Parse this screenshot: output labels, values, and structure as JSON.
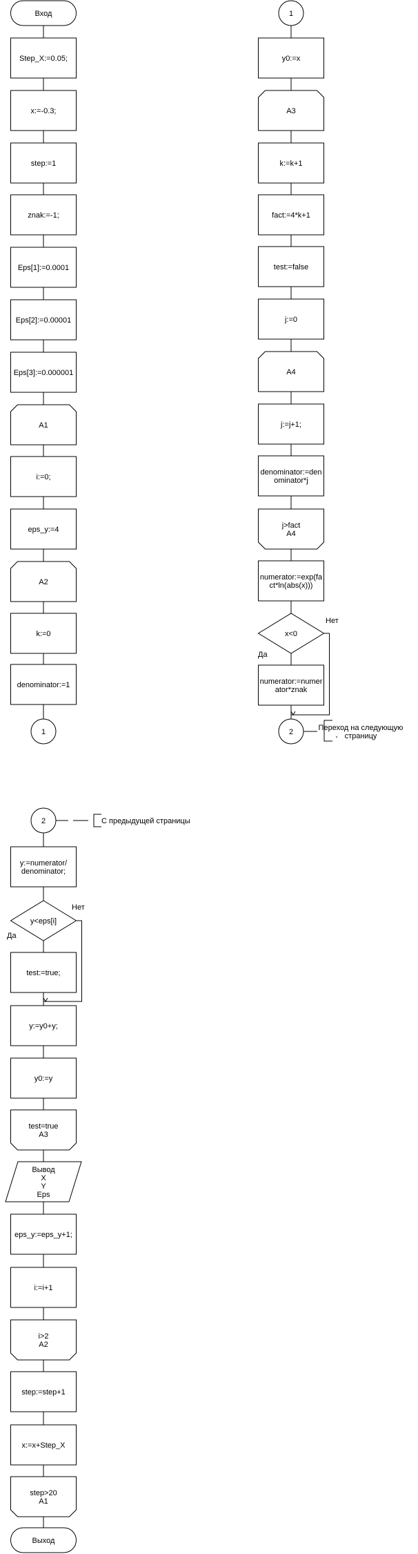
{
  "flowchart": {
    "nodes": [
      {
        "id": "start",
        "shape": "terminator",
        "lines": [
          "Вход"
        ]
      },
      {
        "id": "n_stepx",
        "shape": "process",
        "lines": [
          "Step_X:=0.05;"
        ]
      },
      {
        "id": "n_x",
        "shape": "process",
        "lines": [
          "x:=-0.3;"
        ]
      },
      {
        "id": "n_step",
        "shape": "process",
        "lines": [
          "step:=1"
        ]
      },
      {
        "id": "n_znak",
        "shape": "process",
        "lines": [
          "znak:=-1;"
        ]
      },
      {
        "id": "n_eps1",
        "shape": "process",
        "lines": [
          "Eps[1]:=0.0001"
        ]
      },
      {
        "id": "n_eps2",
        "shape": "process",
        "lines": [
          "Eps[2]:=0.00001"
        ]
      },
      {
        "id": "n_eps3",
        "shape": "process",
        "lines": [
          "Eps[3]:=0.000001"
        ]
      },
      {
        "id": "loopA1",
        "shape": "loop-start",
        "lines": [
          "A1"
        ]
      },
      {
        "id": "n_i",
        "shape": "process",
        "lines": [
          "i:=0;"
        ]
      },
      {
        "id": "n_epsy",
        "shape": "process",
        "lines": [
          "eps_y:=4"
        ]
      },
      {
        "id": "loopA2",
        "shape": "loop-start",
        "lines": [
          "A2"
        ]
      },
      {
        "id": "n_k",
        "shape": "process",
        "lines": [
          "k:=0"
        ]
      },
      {
        "id": "n_den",
        "shape": "process",
        "lines": [
          "denominator:=1"
        ]
      },
      {
        "id": "conn1_out",
        "shape": "connector",
        "lines": [
          "1"
        ]
      },
      {
        "id": "conn1_in",
        "shape": "connector",
        "lines": [
          "1"
        ]
      },
      {
        "id": "n_y0x",
        "shape": "process",
        "lines": [
          "y0:=x"
        ]
      },
      {
        "id": "loopA3",
        "shape": "loop-start",
        "lines": [
          "A3"
        ]
      },
      {
        "id": "n_kk",
        "shape": "process",
        "lines": [
          "k:=k+1"
        ]
      },
      {
        "id": "n_fact",
        "shape": "process",
        "lines": [
          "fact:=4*k+1"
        ]
      },
      {
        "id": "n_test",
        "shape": "process",
        "lines": [
          "test:=false"
        ]
      },
      {
        "id": "n_j",
        "shape": "process",
        "lines": [
          "j:=0"
        ]
      },
      {
        "id": "loopA4",
        "shape": "loop-start",
        "lines": [
          "A4"
        ]
      },
      {
        "id": "n_jj",
        "shape": "process",
        "lines": [
          "j:=j+1;"
        ]
      },
      {
        "id": "n_denj",
        "shape": "process",
        "lines": [
          "denominator:=den",
          "ominator*j"
        ]
      },
      {
        "id": "loopA4_end",
        "shape": "loop-end",
        "lines": [
          "j>fact",
          "A4"
        ]
      },
      {
        "id": "n_num",
        "shape": "process",
        "lines": [
          "numerator:=exp(fa",
          "ct*ln(abs(x)))"
        ]
      },
      {
        "id": "dec_x",
        "shape": "decision",
        "lines": [
          "x<0"
        ]
      },
      {
        "id": "n_numz",
        "shape": "process",
        "lines": [
          "numerator:=numer",
          "ator*znak"
        ]
      },
      {
        "id": "conn2_out",
        "shape": "connector",
        "lines": [
          "2"
        ]
      },
      {
        "id": "conn2_in",
        "shape": "connector",
        "lines": [
          "2"
        ]
      },
      {
        "id": "n_y",
        "shape": "process",
        "lines": [
          "y:=numerator/",
          "denominator;"
        ]
      },
      {
        "id": "dec_y",
        "shape": "decision",
        "lines": [
          "y<eps[i]"
        ]
      },
      {
        "id": "n_testt",
        "shape": "process",
        "lines": [
          "test:=true;"
        ]
      },
      {
        "id": "n_yy",
        "shape": "process",
        "lines": [
          "y:=y0+y;"
        ]
      },
      {
        "id": "n_y0y",
        "shape": "process",
        "lines": [
          "y0:=y"
        ]
      },
      {
        "id": "loopA3_end",
        "shape": "loop-end",
        "lines": [
          "test=true",
          "A3"
        ]
      },
      {
        "id": "out",
        "shape": "io",
        "lines": [
          "Вывод",
          "X",
          "Y",
          "Eps"
        ]
      },
      {
        "id": "n_epsyy",
        "shape": "process",
        "lines": [
          "eps_y:=eps_y+1;"
        ]
      },
      {
        "id": "n_ii",
        "shape": "process",
        "lines": [
          "i:=i+1"
        ]
      },
      {
        "id": "loopA2_end",
        "shape": "loop-end",
        "lines": [
          "i>2",
          "A2"
        ]
      },
      {
        "id": "n_stepp",
        "shape": "process",
        "lines": [
          "step:=step+1"
        ]
      },
      {
        "id": "n_xx",
        "shape": "process",
        "lines": [
          "x:=x+Step_X"
        ]
      },
      {
        "id": "loopA1_end",
        "shape": "loop-end",
        "lines": [
          "step>20",
          "A1"
        ]
      },
      {
        "id": "end",
        "shape": "terminator",
        "lines": [
          "Выход"
        ]
      }
    ],
    "branch_labels": {
      "yes": "Да",
      "no": "Нет"
    },
    "comments": {
      "next_page": [
        "Переход на следующую",
        "страницу"
      ],
      "prev_page": [
        "С предыдущей страницы"
      ]
    }
  }
}
